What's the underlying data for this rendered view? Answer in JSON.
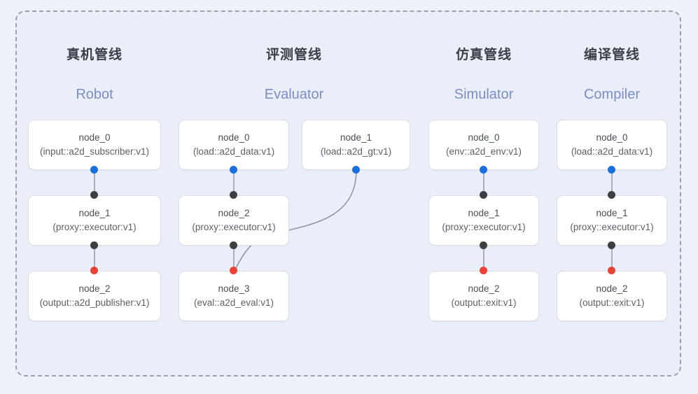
{
  "diagram": {
    "background_color": "#eef1f8",
    "panel_color": "#e9eef9",
    "panel_border_color": "#9aa1ae",
    "edge_color": "#8e95a3",
    "port_colors": {
      "input": "#1a6fe0",
      "process": "#3c4043",
      "output": "#ea4335"
    },
    "title_color": "#3a3f46",
    "subtitle_color": "#7c8dc6"
  },
  "columns": [
    {
      "id": "robot",
      "title": "真机管线",
      "subtitle": "Robot",
      "nodes": [
        {
          "name": "node_0",
          "type": "(input::a2d_subscriber:v1)"
        },
        {
          "name": "node_1",
          "type": "(proxy::executor:v1)"
        },
        {
          "name": "node_2",
          "type": "(output::a2d_publisher:v1)"
        }
      ]
    },
    {
      "id": "evaluator",
      "title": "评测管线",
      "subtitle": "Evaluator",
      "nodes": [
        {
          "name": "node_0",
          "type": "(load::a2d_data:v1)"
        },
        {
          "name": "node_1",
          "type": "(load::a2d_gt:v1)"
        },
        {
          "name": "node_2",
          "type": "(proxy::executor:v1)"
        },
        {
          "name": "node_3",
          "type": "(eval::a2d_eval:v1)"
        }
      ]
    },
    {
      "id": "simulator",
      "title": "仿真管线",
      "subtitle": "Simulator",
      "nodes": [
        {
          "name": "node_0",
          "type": "(env::a2d_env:v1)"
        },
        {
          "name": "node_1",
          "type": "(proxy::executor:v1)"
        },
        {
          "name": "node_2",
          "type": "(output::exit:v1)"
        }
      ]
    },
    {
      "id": "compiler",
      "title": "编译管线",
      "subtitle": "Compiler",
      "nodes": [
        {
          "name": "node_0",
          "type": "(load::a2d_data:v1)"
        },
        {
          "name": "node_1",
          "type": "(proxy::executor:v1)"
        },
        {
          "name": "node_2",
          "type": "(output::exit:v1)"
        }
      ]
    }
  ]
}
